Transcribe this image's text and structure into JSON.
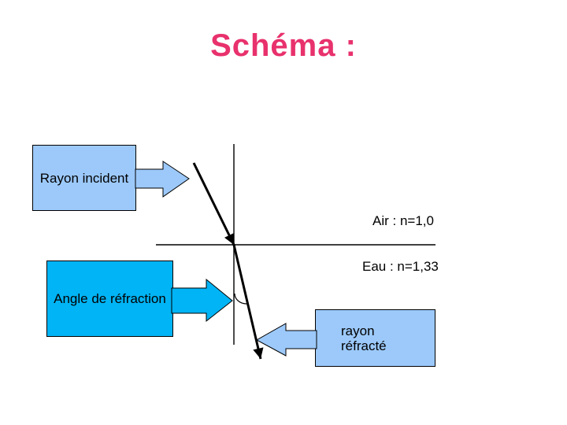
{
  "slide": {
    "title": "Schéma :"
  },
  "callouts": {
    "rayon_incident": "Rayon incident",
    "angle_refraction": "Angle de réfraction",
    "rayon_refracte": {
      "line1": "rayon",
      "line2": "réfracté"
    }
  },
  "labels": {
    "air": "Air : n=1,0",
    "eau": "Eau : n=1,33"
  },
  "icons": {
    "incident_ray_arrow": "down-right-arrow",
    "refracted_ray_arrow": "down-arrow",
    "rayon_incident_pointer": "right-block-arrow",
    "angle_refraction_pointer": "right-block-arrow",
    "rayon_refracte_pointer": "left-block-arrow"
  },
  "colors": {
    "title_pink": "#E8316D",
    "light_blue": "#9CC9FA",
    "cyan_blue": "#00B4F5",
    "ink": "#000000"
  }
}
